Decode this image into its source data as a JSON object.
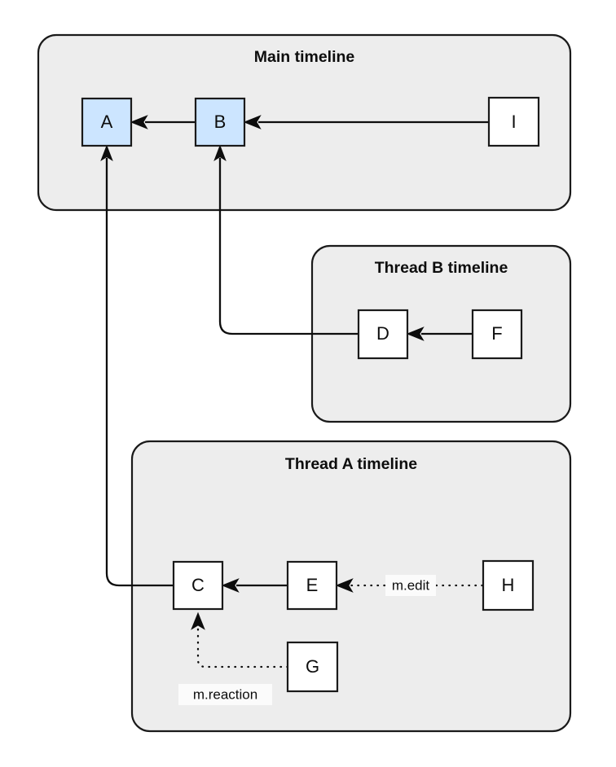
{
  "diagram": {
    "type": "event-relationship-graph",
    "background_color": "#ffffff",
    "node_border_color": "#1a1a1a",
    "group_fill_color": "#ededed",
    "highlight_fill_color": "#cce5ff",
    "plain_fill_color": "#ffffff",
    "edge_color": "#0d0d0d"
  },
  "groups": [
    {
      "id": "main",
      "title": "Main timeline"
    },
    {
      "id": "thread_b",
      "title": "Thread B timeline"
    },
    {
      "id": "thread_a",
      "title": "Thread A timeline"
    }
  ],
  "nodes": [
    {
      "id": "A",
      "label": "A",
      "group": "main",
      "style": "highlight"
    },
    {
      "id": "B",
      "label": "B",
      "group": "main",
      "style": "highlight"
    },
    {
      "id": "I",
      "label": "I",
      "group": "main",
      "style": "plain"
    },
    {
      "id": "D",
      "label": "D",
      "group": "thread_b",
      "style": "plain"
    },
    {
      "id": "F",
      "label": "F",
      "group": "thread_b",
      "style": "plain"
    },
    {
      "id": "C",
      "label": "C",
      "group": "thread_a",
      "style": "plain"
    },
    {
      "id": "E",
      "label": "E",
      "group": "thread_a",
      "style": "plain"
    },
    {
      "id": "H",
      "label": "H",
      "group": "thread_a",
      "style": "plain"
    },
    {
      "id": "G",
      "label": "G",
      "group": "thread_a",
      "style": "plain"
    }
  ],
  "edges": [
    {
      "from": "B",
      "to": "A",
      "style": "solid",
      "label": ""
    },
    {
      "from": "I",
      "to": "B",
      "style": "solid",
      "label": ""
    },
    {
      "from": "D",
      "to": "B",
      "style": "solid",
      "label": ""
    },
    {
      "from": "F",
      "to": "D",
      "style": "solid",
      "label": ""
    },
    {
      "from": "C",
      "to": "A",
      "style": "solid",
      "label": ""
    },
    {
      "from": "E",
      "to": "C",
      "style": "solid",
      "label": ""
    },
    {
      "from": "H",
      "to": "E",
      "style": "dotted",
      "label": "m.edit"
    },
    {
      "from": "G",
      "to": "C",
      "style": "dotted",
      "label": "m.reaction"
    }
  ],
  "edge_labels": {
    "m_edit": "m.edit",
    "m_reaction": "m.reaction"
  }
}
